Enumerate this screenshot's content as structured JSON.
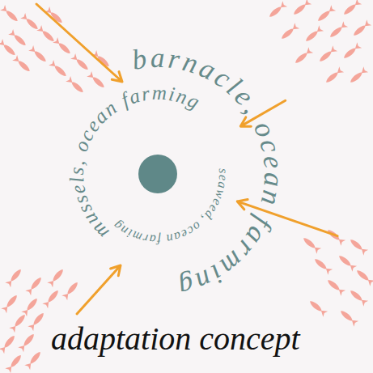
{
  "diagram": {
    "caption": "adaptation concept",
    "labels": [
      "barnacle, ocean farming",
      "mussels, ocean farming",
      "seaweed, ocean farming"
    ]
  }
}
